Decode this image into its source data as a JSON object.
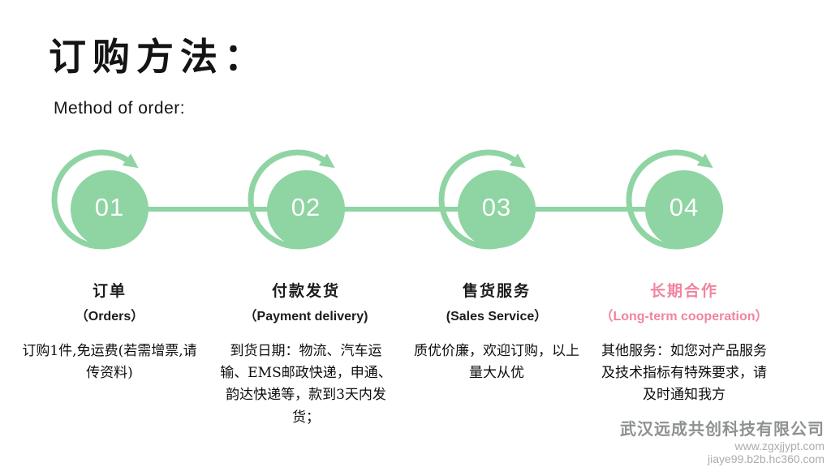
{
  "page": {
    "title": "订购方法：",
    "subtitle": "Method of order:"
  },
  "colors": {
    "green": "#8fd4a3",
    "pink": "#f1849e",
    "text": "#111111",
    "footer_gray": "#8d9190"
  },
  "steps": [
    {
      "number": "01",
      "title": "订单",
      "title_en": "（Orders）",
      "desc": "订购1件,免运费(若需增票,请传资料)"
    },
    {
      "number": "02",
      "title": "付款发货",
      "title_en": "（Payment delivery)",
      "desc": "到货日期：物流、汽车运输、EMS邮政快递，申通、韵达快递等，款到3天内发货；"
    },
    {
      "number": "03",
      "title": "售货服务",
      "title_en": "(Sales Service）",
      "desc": "质优价廉，欢迎订购，以上量大从优"
    },
    {
      "number": "04",
      "title": "长期合作",
      "title_en": "（Long-term cooperation）",
      "desc": "其他服务：如您对产品服务及技术指标有特殊要求，请及时通知我方"
    }
  ],
  "footer": {
    "company": "武汉远成共创科技有限公司",
    "url1": "www.zgxjjypt.com",
    "url2": "jiaye99.b2b.hc360.com"
  }
}
